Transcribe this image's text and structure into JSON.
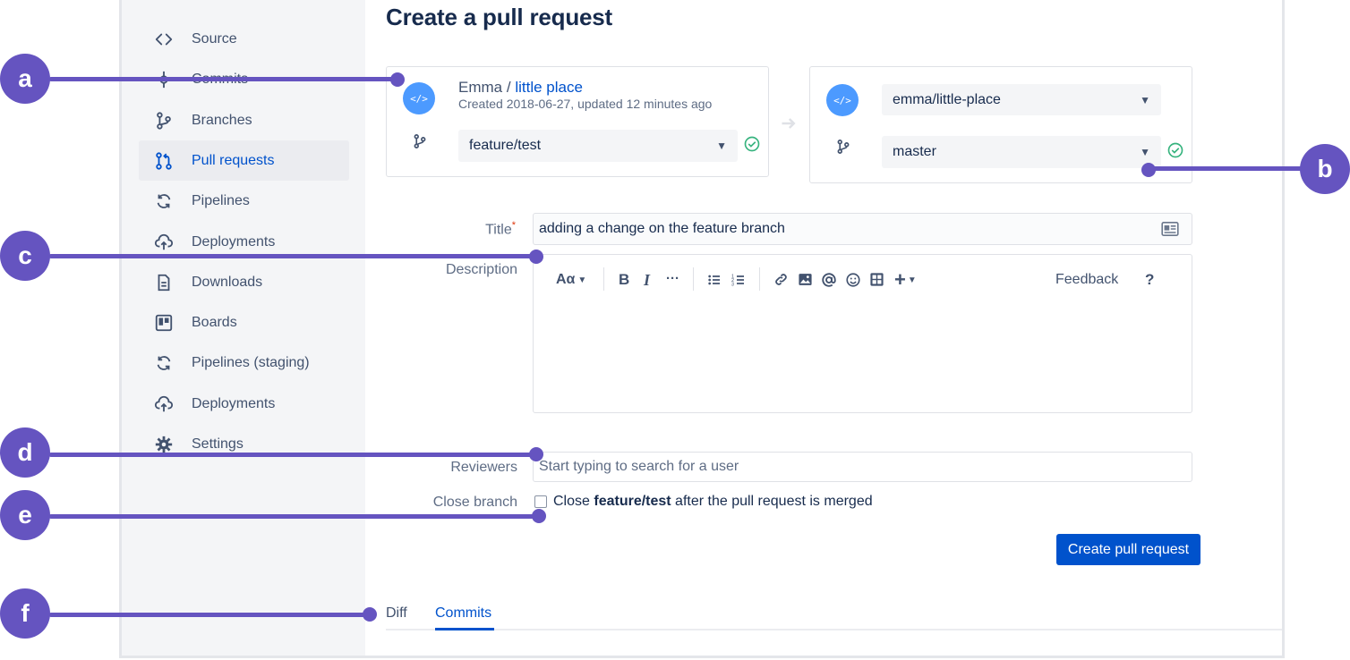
{
  "sidebar": {
    "items": [
      {
        "label": "Source",
        "icon": "code-icon"
      },
      {
        "label": "Commits",
        "icon": "commit-icon"
      },
      {
        "label": "Branches",
        "icon": "branch-icon"
      },
      {
        "label": "Pull requests",
        "icon": "pull-request-icon",
        "active": true
      },
      {
        "label": "Pipelines",
        "icon": "pipelines-icon"
      },
      {
        "label": "Deployments",
        "icon": "cloud-upload-icon"
      },
      {
        "label": "Downloads",
        "icon": "document-icon"
      },
      {
        "label": "Boards",
        "icon": "board-icon"
      },
      {
        "label": "Pipelines (staging)",
        "icon": "pipelines-icon"
      },
      {
        "label": "Deployments",
        "icon": "cloud-upload-icon"
      },
      {
        "label": "Settings",
        "icon": "gear-icon"
      }
    ]
  },
  "page": {
    "title": "Create a pull request"
  },
  "source": {
    "owner": "Emma",
    "separator": "/",
    "repo": "little place",
    "meta": "Created 2018-06-27, updated 12 minutes ago",
    "branch": "feature/test"
  },
  "destination": {
    "repo": "emma/little-place",
    "branch": "master"
  },
  "form": {
    "title_label": "Title",
    "required_mark": "*",
    "title_value": "adding a change on the feature branch",
    "description_label": "Description",
    "toolbar": {
      "text_style": "Aα",
      "bold": "B",
      "italic": "I",
      "more": "···",
      "feedback": "Feedback",
      "help": "?"
    },
    "reviewers_label": "Reviewers",
    "reviewers_placeholder": "Start typing to search for a user",
    "close_branch_label": "Close branch",
    "close_text_prefix": "Close ",
    "close_text_branch": "feature/test",
    "close_text_suffix": " after the pull request is merged",
    "submit_label": "Create pull request"
  },
  "tabs": [
    {
      "label": "Diff"
    },
    {
      "label": "Commits",
      "active": true
    }
  ],
  "callouts": [
    "a",
    "b",
    "c",
    "d",
    "e",
    "f"
  ],
  "colors": {
    "accent": "#0052cc",
    "callout": "#6554c0",
    "success": "#36b37e",
    "repo_icon": "#4c9aff"
  }
}
